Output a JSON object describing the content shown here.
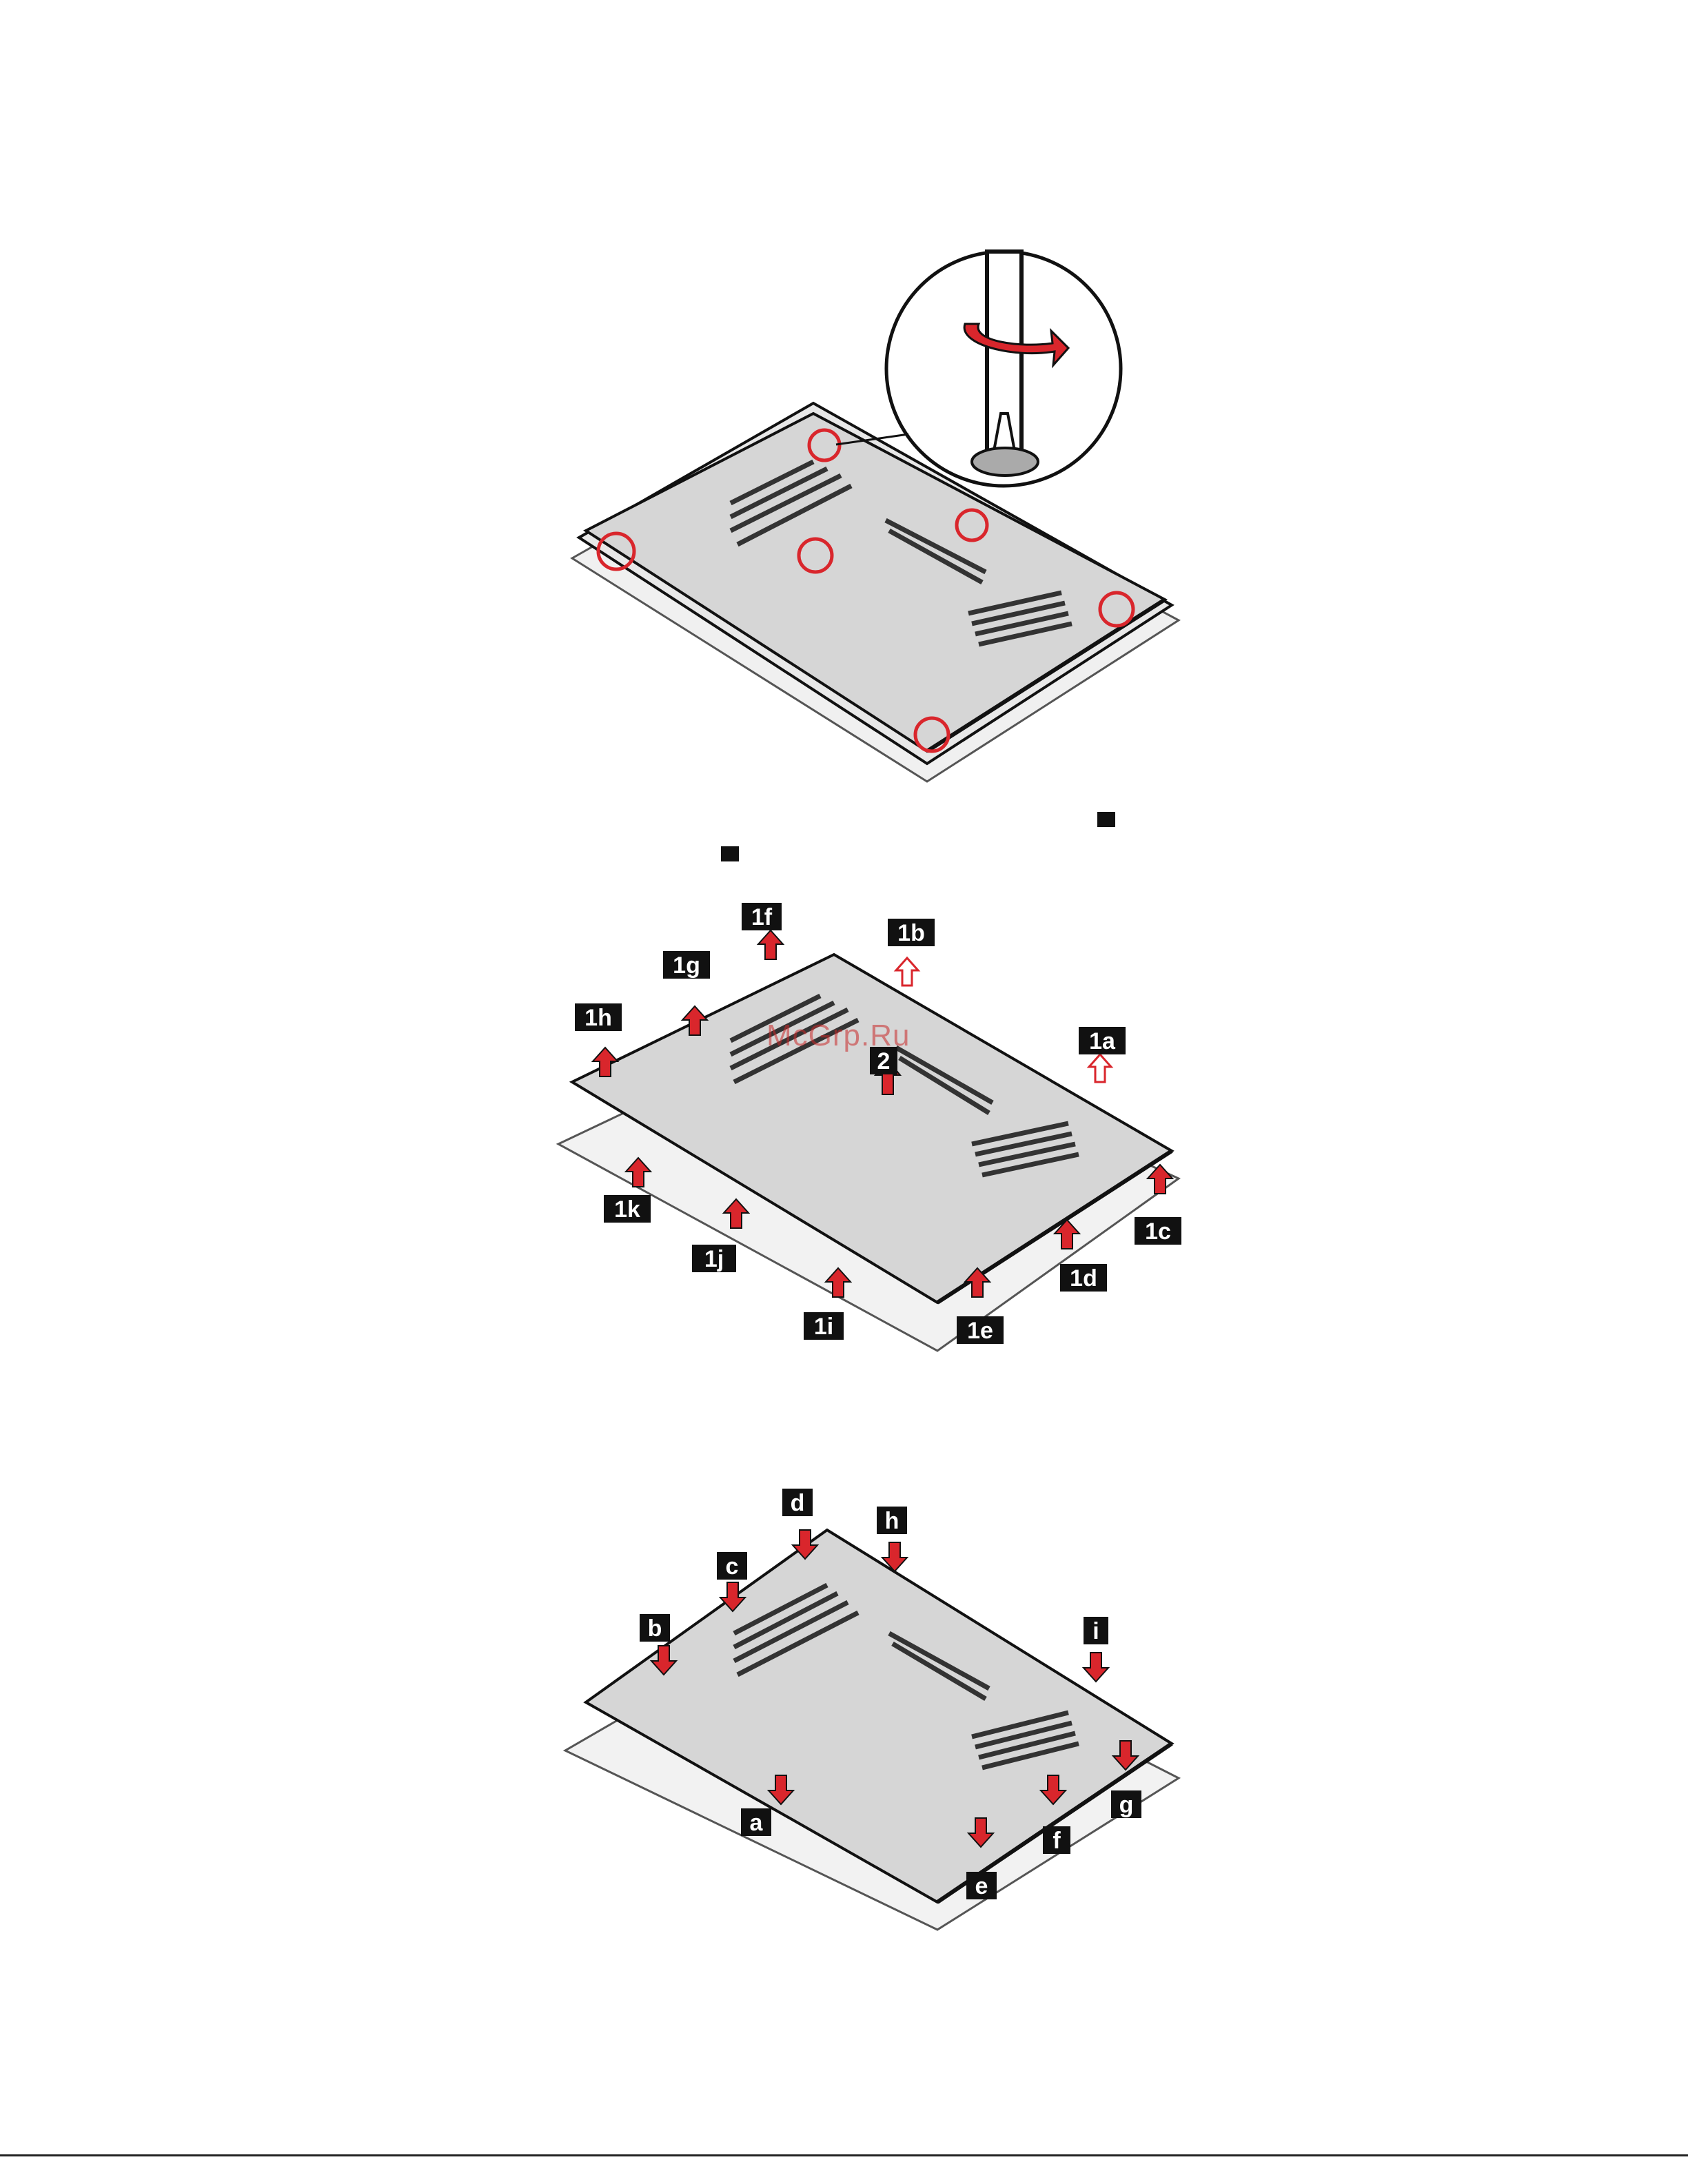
{
  "watermark": "McGrp.Ru",
  "colors": {
    "accent_red": "#d9262c",
    "panel_fill": "#d9d9d9",
    "outline": "#111111",
    "callout_bg": "#111111",
    "callout_text": "#ffffff"
  },
  "figure_remove_screws": {
    "icons": [
      "screwdriver-icon",
      "rotate-arrow-icon",
      "screw-icon"
    ]
  },
  "figure_remove_cover": {
    "callouts": [
      "1a",
      "1b",
      "1c",
      "1d",
      "1e",
      "1f",
      "1g",
      "1h",
      "1i",
      "1j",
      "1k",
      "2"
    ]
  },
  "figure_install_cover": {
    "callouts": [
      "a",
      "b",
      "c",
      "d",
      "e",
      "f",
      "g",
      "h",
      "i"
    ]
  }
}
